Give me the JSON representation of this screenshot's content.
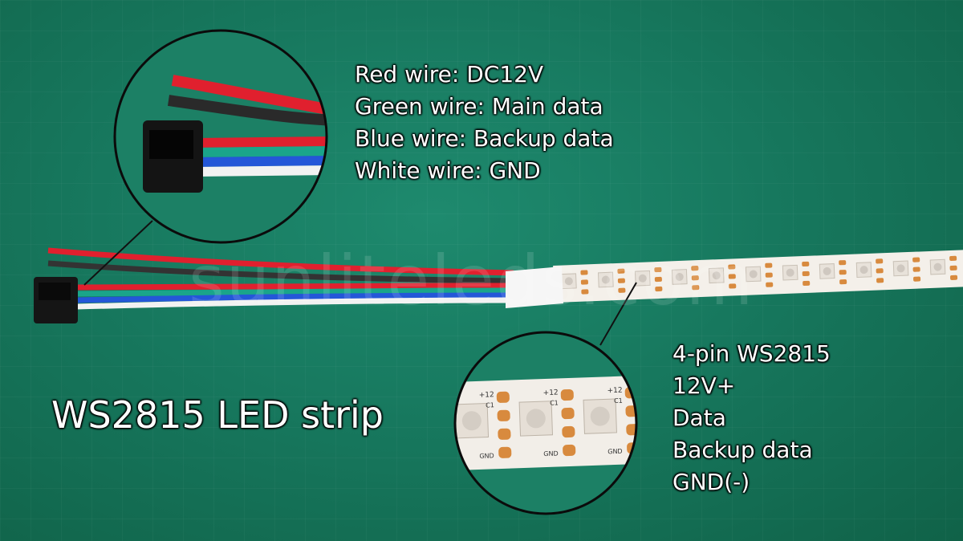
{
  "wire_legend": {
    "red": "Red wire: DC12V",
    "green": "Green wire: Main data",
    "blue": "Blue wire: Backup data",
    "white": "White wire: GND"
  },
  "pin_list": {
    "title": "4-pin WS2815",
    "pin1": "12V+",
    "pin2": "Data",
    "pin3": "Backup data",
    "pin4": "GND(-)"
  },
  "product_title": "WS2815 LED strip",
  "watermark": "sunliteleds.com",
  "pcb_labels": {
    "voltage": "+12",
    "cap": "C1",
    "ground": "GND"
  },
  "colors": {
    "background": "#17785e",
    "wire_red": "#e0202e",
    "wire_green": "#1aa58a",
    "wire_blue": "#2457d8",
    "wire_white": "#f2f2f2",
    "pad_copper": "#d88a3e"
  }
}
